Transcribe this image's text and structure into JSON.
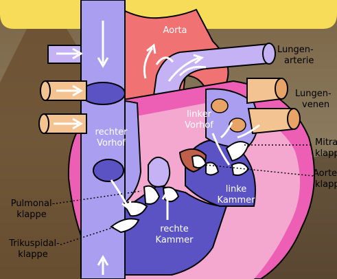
{
  "labels": {
    "aorta": "Aorta",
    "lungenarterie_1": "Lungen-",
    "lungenarterie_2": "arterie",
    "lungenvenen_1": "Lungen-",
    "lungenvenen_2": "venen",
    "rechter_vorhof_1": "rechter",
    "rechter_vorhof_2": "Vorhof",
    "linker_vorhof_1": "linker",
    "linker_vorhof_2": "Vorhof",
    "mitral_1": "Mitral-",
    "mitral_2": "klappe",
    "aorten_1": "Aorten-",
    "aorten_2": "klappe",
    "linke_kammer_1": "linke",
    "linke_kammer_2": "Kammer",
    "rechte_kammer_1": "rechte",
    "rechte_kammer_2": "Kammer",
    "pulmonal_1": "Pulmonal-",
    "pulmonal_2": "klappe",
    "trikuspidal_1": "Trikuspidal-",
    "trikuspidal_2": "klappe"
  },
  "colors": {
    "banner": "#f6dc58",
    "venous_blue": "#a99ef0",
    "venous_dark": "#5b52c4",
    "arterial_red": "#f07272",
    "lavender": "#c4b2f4",
    "pink_wall": "#ec5fb5",
    "wall_light": "#f4a8cf",
    "vein_orange": "#f3c392",
    "valve_brown": "#c0604a"
  }
}
